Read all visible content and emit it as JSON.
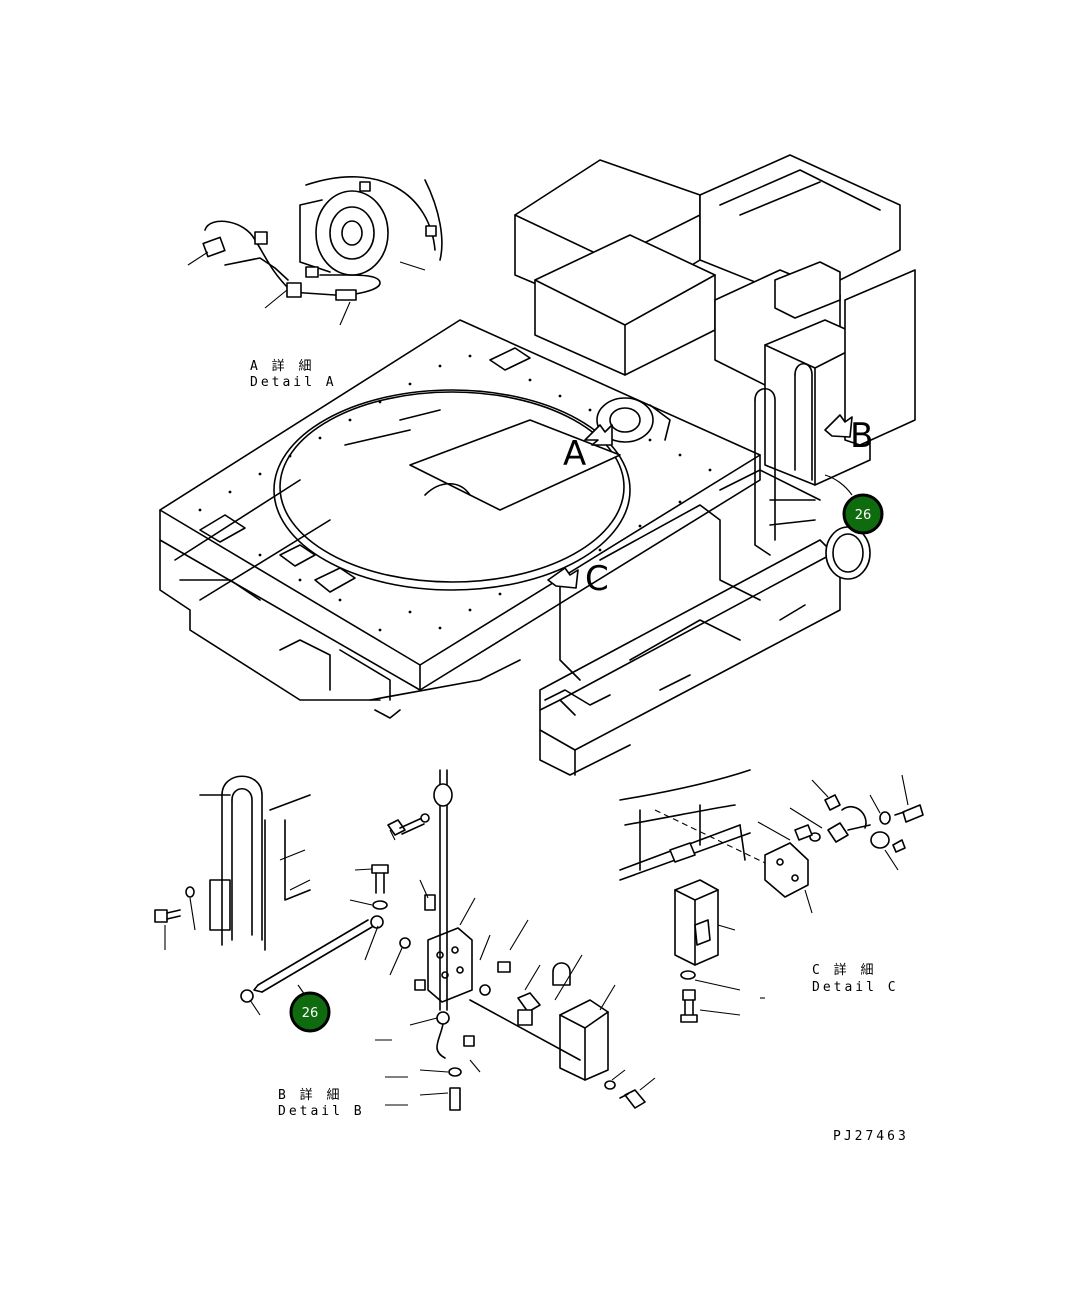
{
  "detail_a": {
    "jp": "A 詳 細",
    "en": "Detail A"
  },
  "detail_b": {
    "jp": "B 詳 細",
    "en": "Detail B"
  },
  "detail_c": {
    "jp": "C 詳 細",
    "en": "Detail C"
  },
  "view_markers": {
    "a": "A",
    "b": "B",
    "c": "C"
  },
  "callouts": [
    {
      "label": "26",
      "color": "#0e6b0e"
    },
    {
      "label": "26",
      "color": "#0e6b0e"
    }
  ],
  "drawing_number": "PJ27463"
}
